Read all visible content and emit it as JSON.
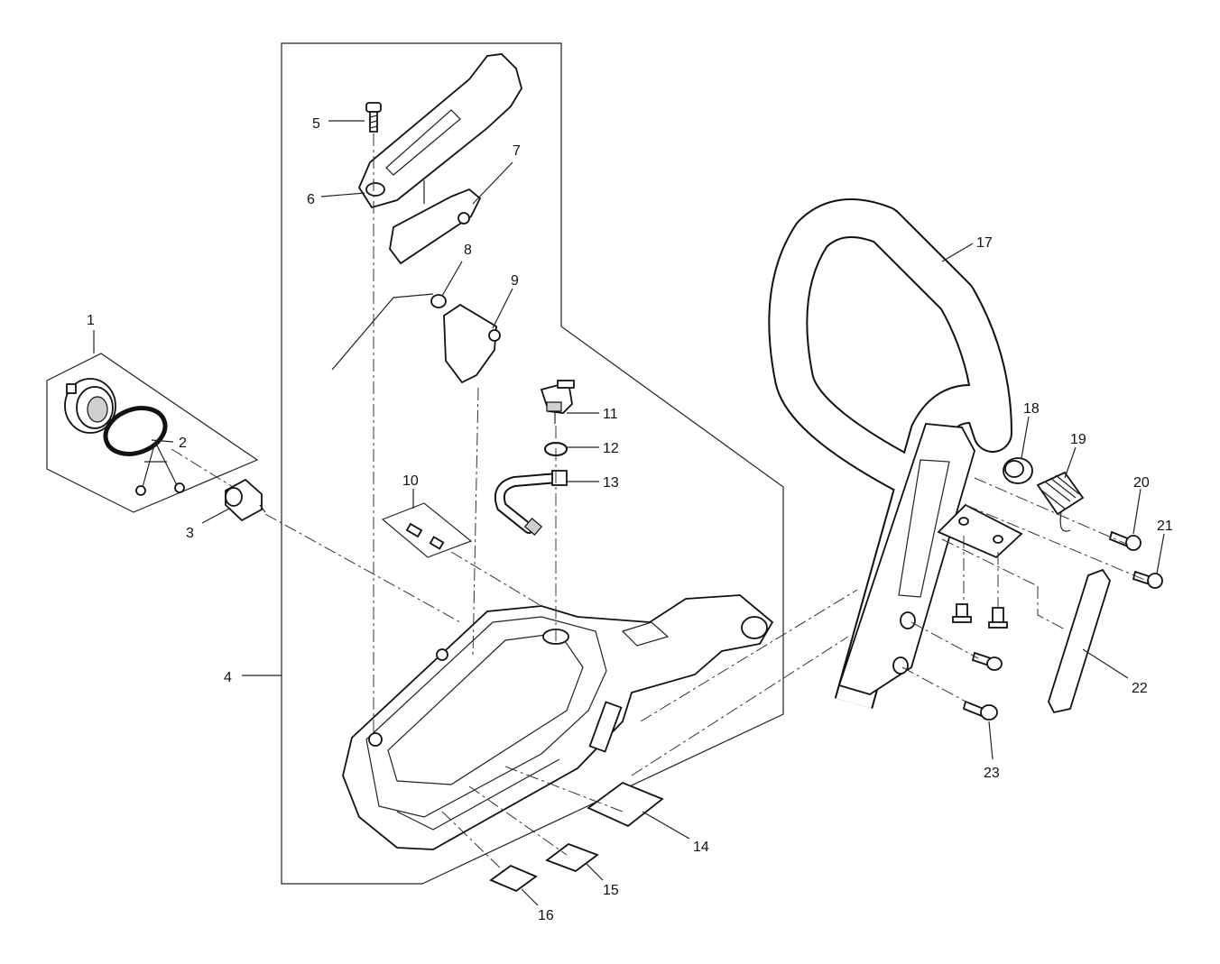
{
  "diagram": {
    "labels": [
      "1",
      "2",
      "3",
      "4",
      "5",
      "6",
      "7",
      "8",
      "9",
      "10",
      "11",
      "12",
      "13",
      "14",
      "15",
      "16",
      "17",
      "18",
      "19",
      "20",
      "21",
      "22",
      "23"
    ]
  }
}
